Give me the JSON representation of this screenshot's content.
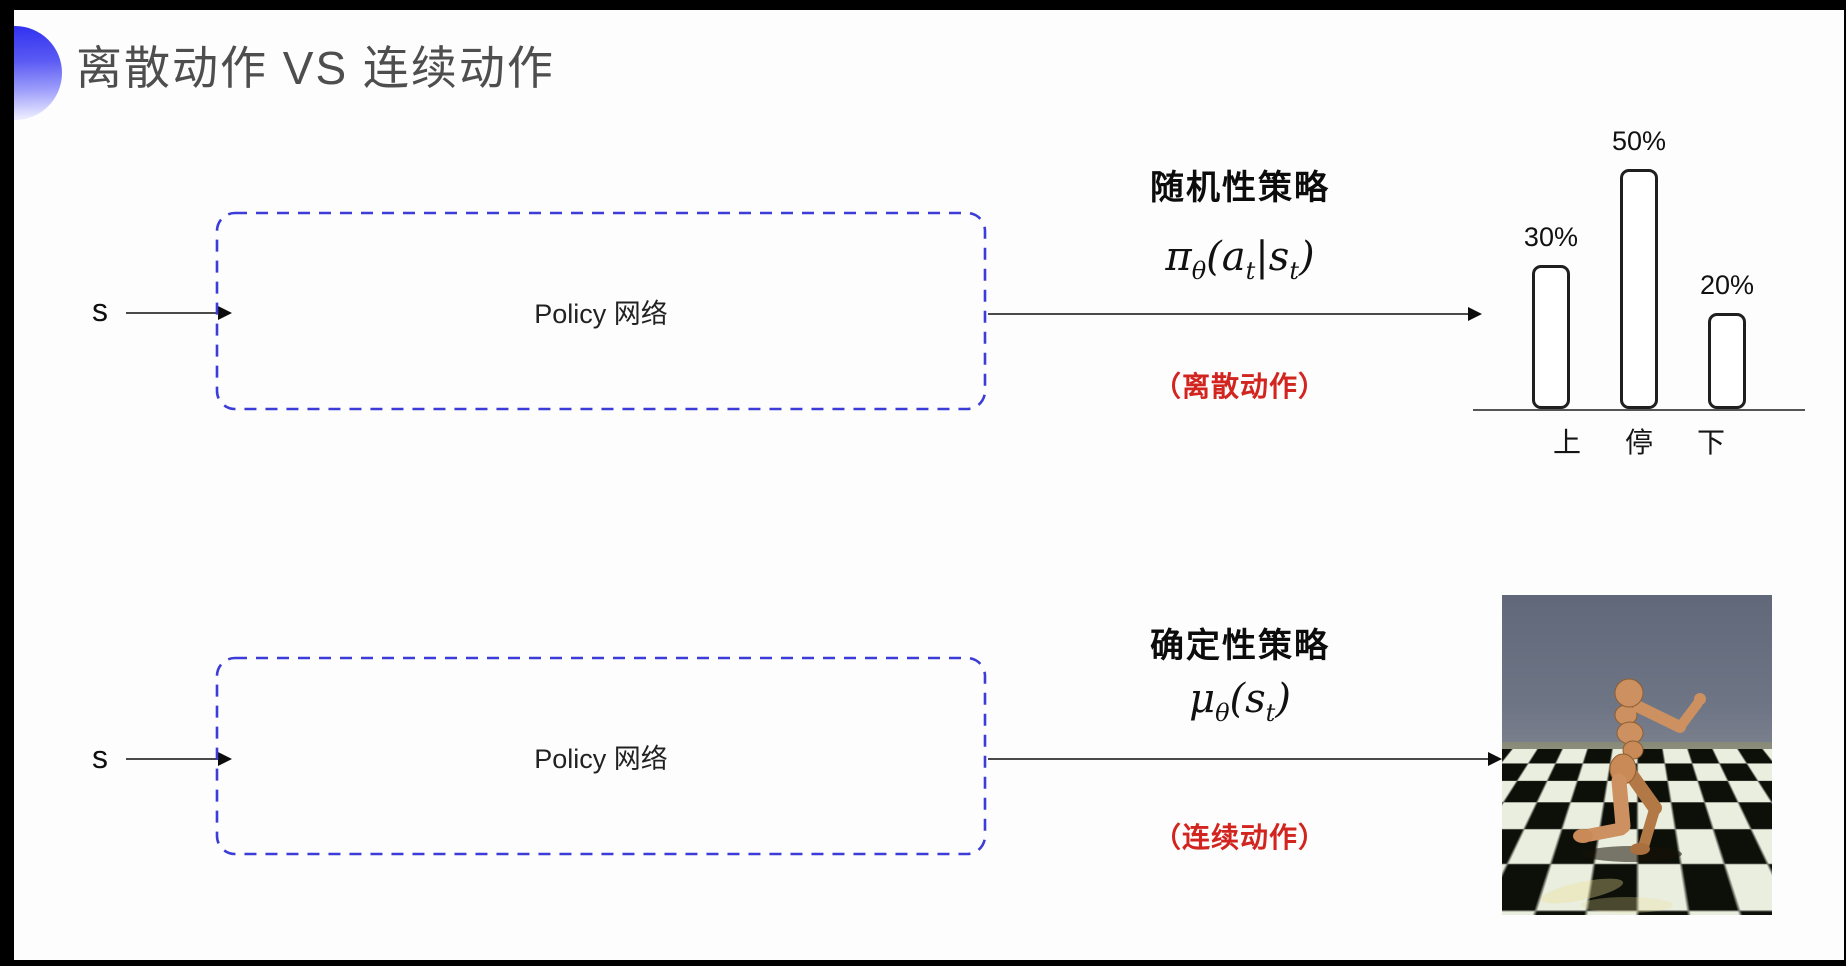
{
  "slide": {
    "title": "离散动作 VS 连续动作"
  },
  "row_discrete": {
    "input_label": "s",
    "box_label": "Policy 网络",
    "policy_type": "随机性策略",
    "formula": [
      {
        "t": "π"
      },
      {
        "t": "θ",
        "sub": true
      },
      {
        "t": "("
      },
      {
        "t": "a"
      },
      {
        "t": "t",
        "sub": true
      },
      {
        "t": "|"
      },
      {
        "t": "s"
      },
      {
        "t": "t",
        "sub": true
      },
      {
        "t": ")"
      }
    ],
    "action_note": "（离散动作）"
  },
  "row_continuous": {
    "input_label": "s",
    "box_label": "Policy 网络",
    "policy_type": "确定性策略",
    "formula": [
      {
        "t": "μ"
      },
      {
        "t": "θ",
        "sub": true
      },
      {
        "t": "("
      },
      {
        "t": "s"
      },
      {
        "t": "t",
        "sub": true
      },
      {
        "t": ")"
      }
    ],
    "action_note": "（连续动作）"
  },
  "chart_data": {
    "type": "bar",
    "categories": [
      "上",
      "停",
      "下"
    ],
    "values": [
      30,
      50,
      20
    ],
    "value_labels": [
      "30%",
      "50%",
      "20%"
    ],
    "title": "",
    "xlabel": "",
    "ylabel": "",
    "ylim": [
      0,
      55
    ],
    "grid": false,
    "legend": false,
    "bar_fill": "#ffffff",
    "bar_outline": "#1f1f1f"
  },
  "sim_image": {
    "label": "humanoid-robot-simulation",
    "colors": {
      "sky": "#6e7585",
      "tile_light": "#e9eede",
      "tile_dark": "#0d0f09",
      "body": "#cd9161"
    }
  },
  "colors": {
    "box_border": "#3c3cd9",
    "accent_red": "#d3251f",
    "title_gray": "#4e4e4e",
    "arrow": "#4a4a4a"
  }
}
